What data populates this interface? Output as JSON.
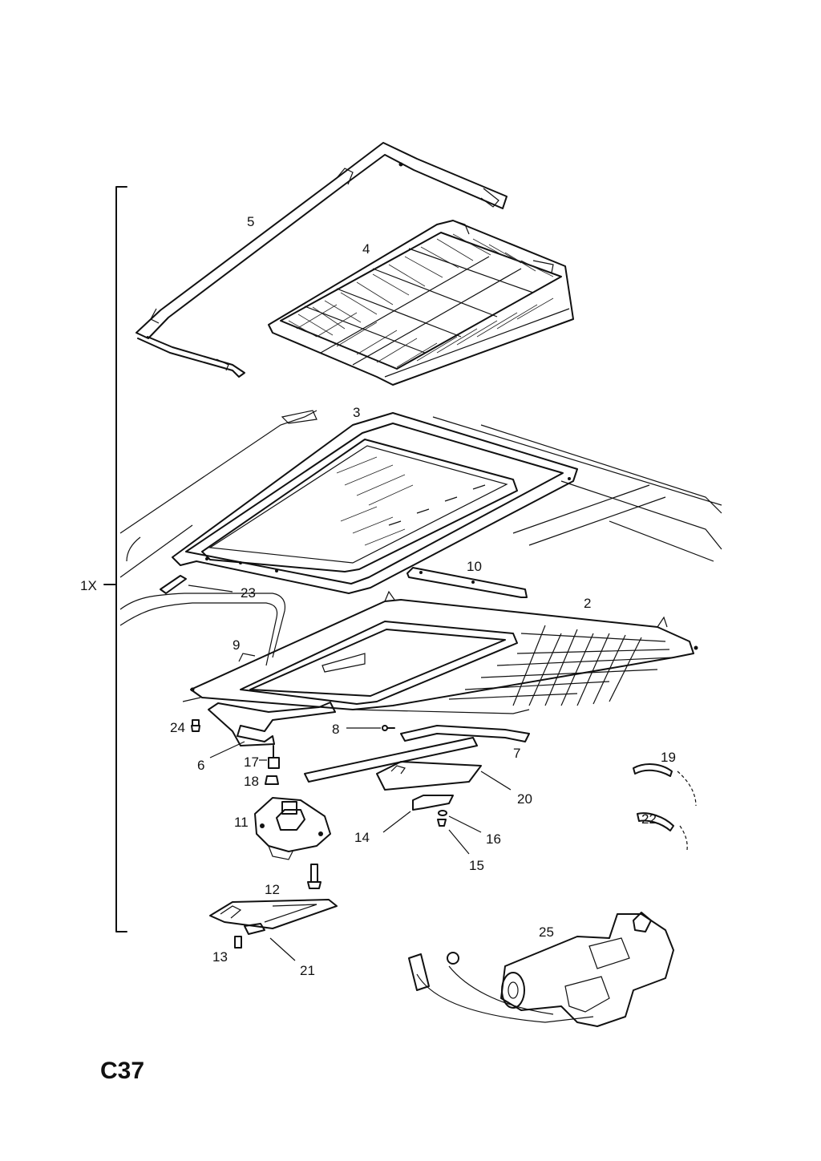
{
  "diagram": {
    "page_code": "C37",
    "bracket_label": "1X",
    "callouts": {
      "n2": "2",
      "n3": "3",
      "n4": "4",
      "n5": "5",
      "n6": "6",
      "n7": "7",
      "n8": "8",
      "n9": "9",
      "n10": "10",
      "n11": "11",
      "n12": "12",
      "n13": "13",
      "n14": "14",
      "n15": "15",
      "n16": "16",
      "n17": "17",
      "n18": "18",
      "n19": "19",
      "n20": "20",
      "n21": "21",
      "n22": "22",
      "n23": "23",
      "n24": "24",
      "n25": "25"
    }
  }
}
